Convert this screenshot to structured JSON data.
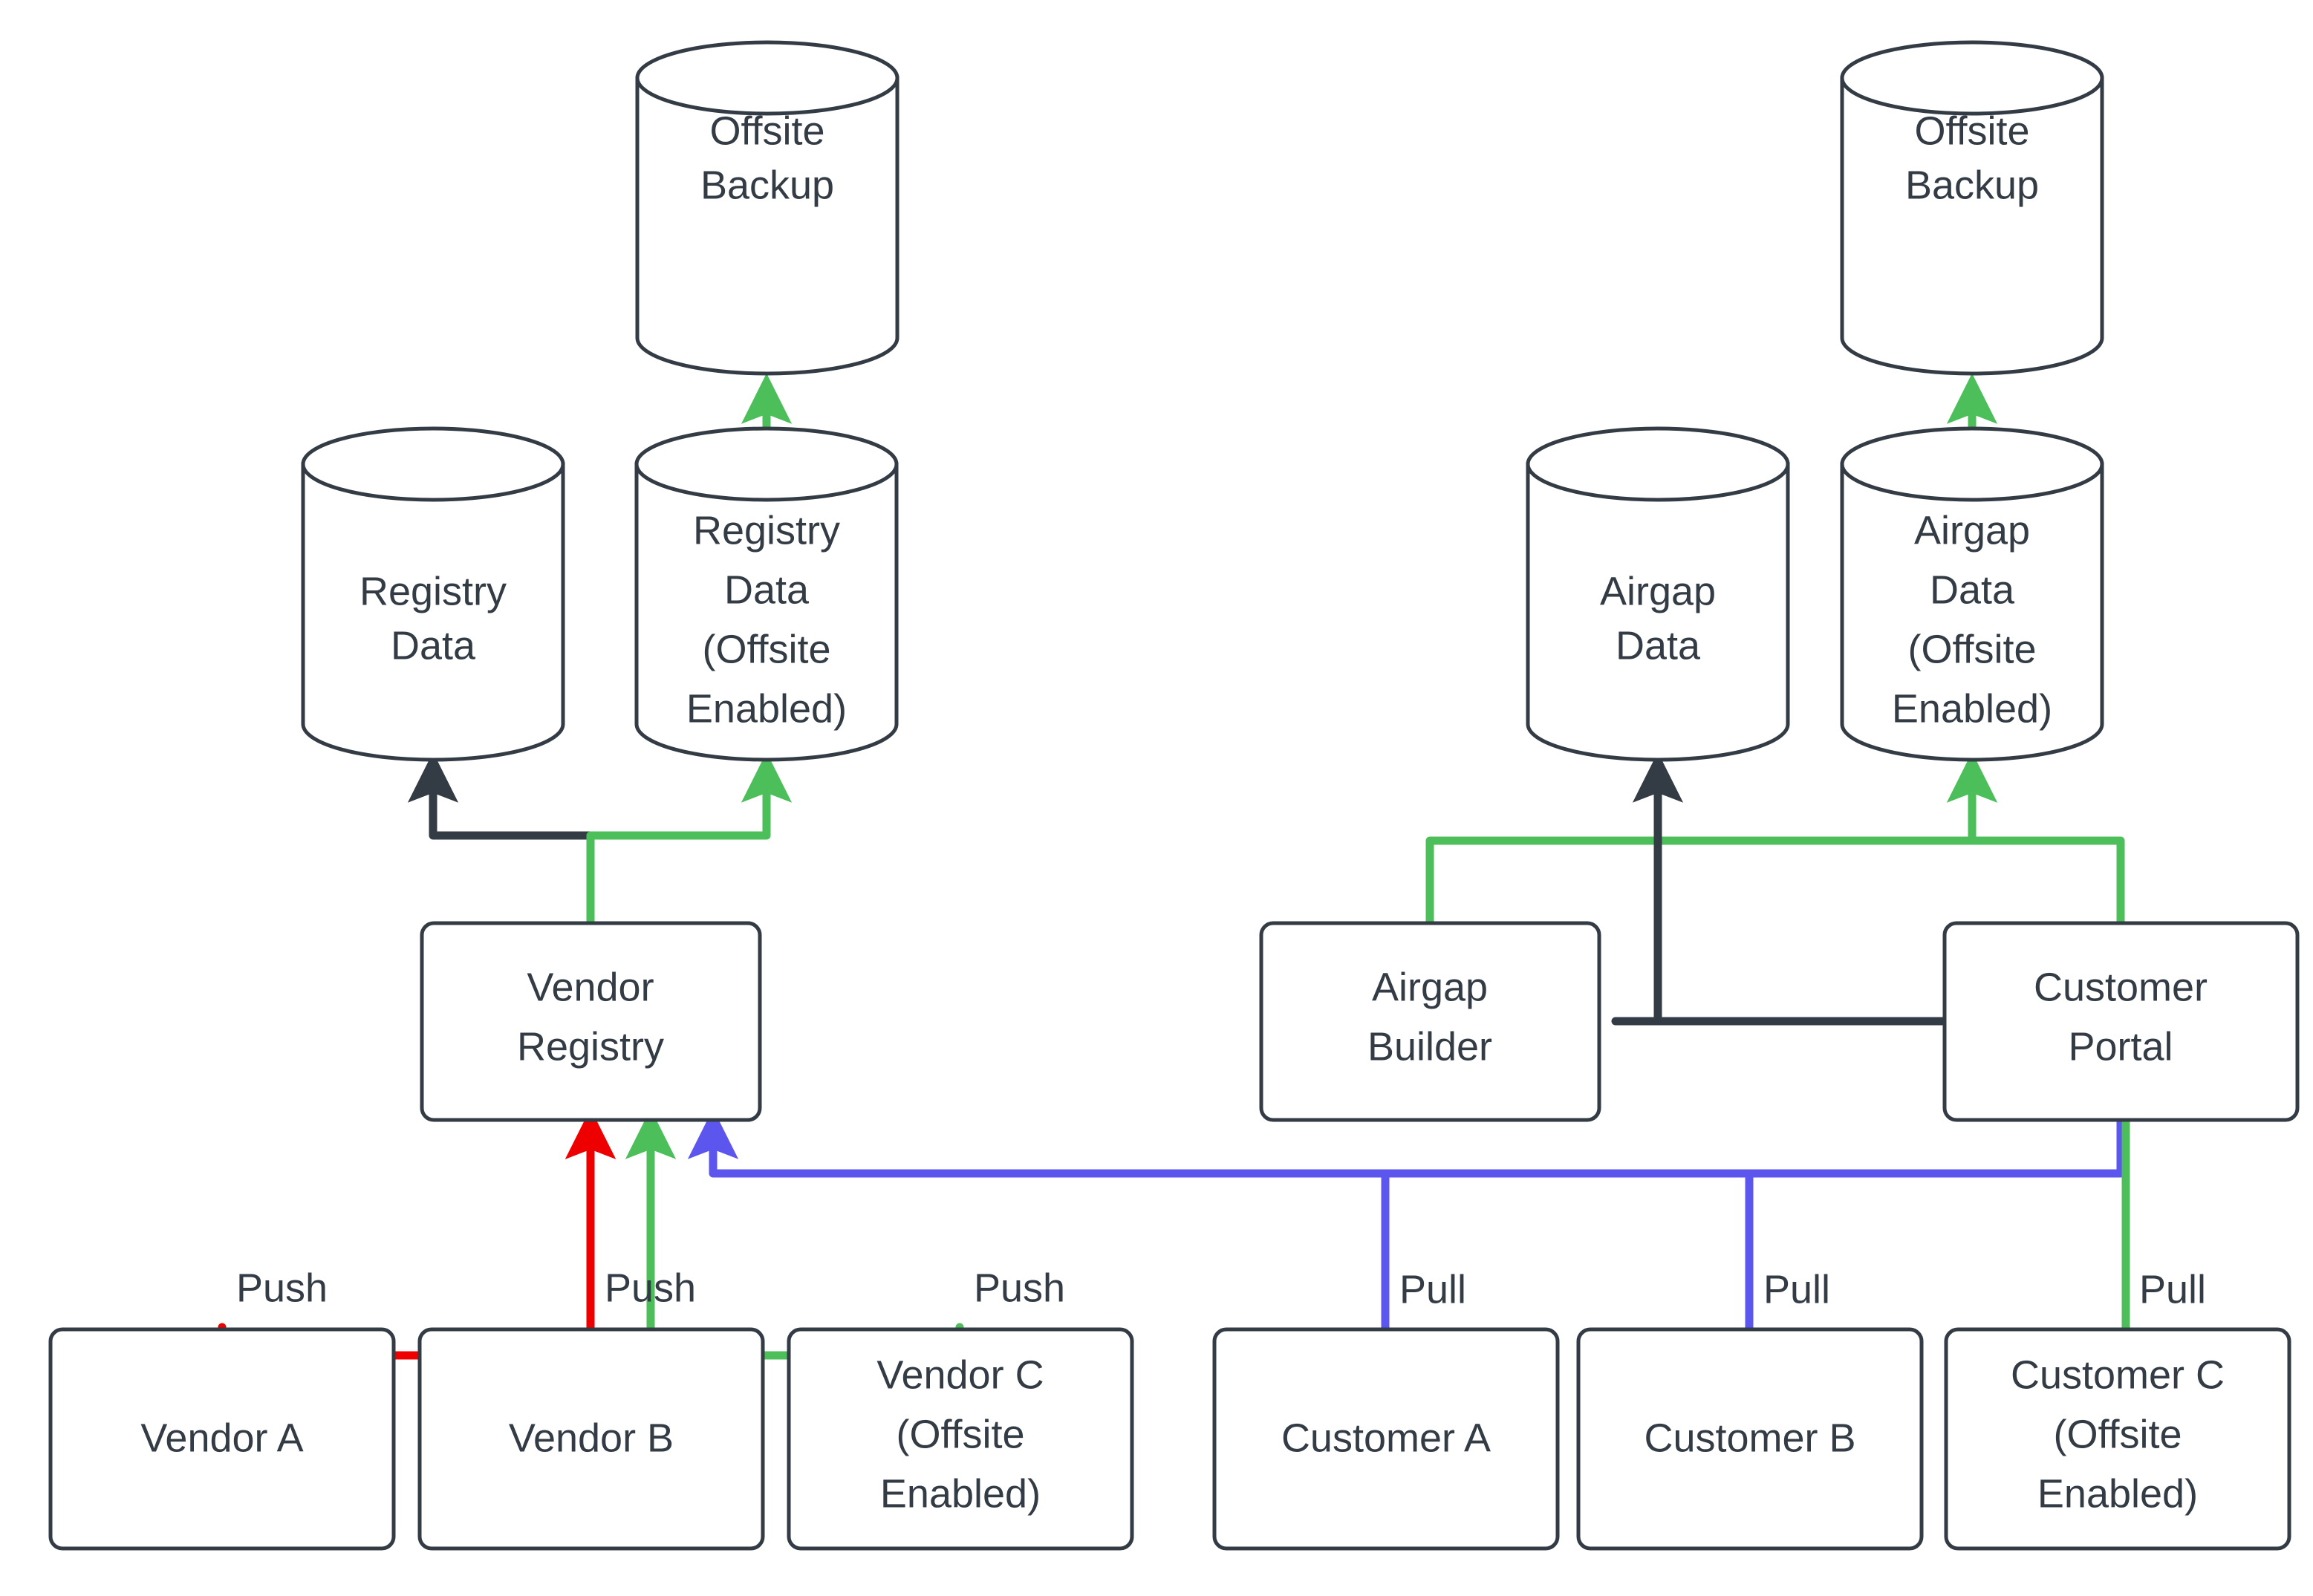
{
  "diagram": {
    "title": "Vendor Registry and Customer Portal Offsite Backup Flow",
    "background": "#ffffff",
    "colors": {
      "stroke_dark": "#333b45",
      "green": "#4cbf5a",
      "red": "#ee0000",
      "blue": "#5c55ee",
      "text": "#333b45",
      "node_fill": "#ffffff"
    },
    "nodes": {
      "offsite_backup_left": {
        "label_line1": "Offsite",
        "label_line2": "Backup",
        "shape": "cylinder"
      },
      "offsite_backup_right": {
        "label_line1": "Offsite",
        "label_line2": "Backup",
        "shape": "cylinder"
      },
      "registry_data": {
        "label_line1": "Registry",
        "label_line2": "Data",
        "shape": "cylinder"
      },
      "registry_data_offsite": {
        "label_line1": "Registry",
        "label_line2": "Data",
        "label_line3": "(Offsite",
        "label_line4": "Enabled)",
        "shape": "cylinder"
      },
      "airgap_data": {
        "label_line1": "Airgap",
        "label_line2": "Data",
        "shape": "cylinder"
      },
      "airgap_data_offsite": {
        "label_line1": "Airgap",
        "label_line2": "Data",
        "label_line3": "(Offsite",
        "label_line4": "Enabled)",
        "shape": "cylinder"
      },
      "vendor_registry": {
        "label_line1": "Vendor",
        "label_line2": "Registry",
        "shape": "rounded-rect"
      },
      "airgap_builder": {
        "label_line1": "Airgap",
        "label_line2": "Builder",
        "shape": "rounded-rect"
      },
      "customer_portal": {
        "label_line1": "Customer",
        "label_line2": "Portal",
        "shape": "rounded-rect"
      },
      "vendor_a": {
        "label_line1": "Vendor A",
        "shape": "rounded-rect"
      },
      "vendor_b": {
        "label_line1": "Vendor B",
        "shape": "rounded-rect"
      },
      "vendor_c": {
        "label_line1": "Vendor C",
        "label_line2": "(Offsite",
        "label_line3": "Enabled)",
        "shape": "rounded-rect"
      },
      "customer_a": {
        "label_line1": "Customer A",
        "shape": "rounded-rect"
      },
      "customer_b": {
        "label_line1": "Customer B",
        "shape": "rounded-rect"
      },
      "customer_c": {
        "label_line1": "Customer C",
        "label_line2": "(Offsite",
        "label_line3": "Enabled)",
        "shape": "rounded-rect"
      }
    },
    "edge_labels": {
      "vendor_a_push": "Push",
      "vendor_b_push": "Push",
      "vendor_c_push": "Push",
      "customer_a_pull": "Pull",
      "customer_b_pull": "Pull",
      "customer_c_pull": "Pull"
    },
    "edges": [
      {
        "from": "registry_data_offsite",
        "to": "offsite_backup_left",
        "color": "#4cbf5a"
      },
      {
        "from": "vendor_registry",
        "to": "registry_data",
        "color": "#333b45"
      },
      {
        "from": "vendor_registry",
        "to": "registry_data_offsite",
        "color": "#4cbf5a"
      },
      {
        "from": "vendor_a",
        "to": "vendor_registry",
        "color": "#ee0000",
        "label": "Push"
      },
      {
        "from": "vendor_b",
        "to": "vendor_registry",
        "color": "#ee0000",
        "label": "Push"
      },
      {
        "from": "vendor_c",
        "to": "vendor_registry",
        "color": "#4cbf5a",
        "label": "Push"
      },
      {
        "from": "customer_portal",
        "to": "vendor_registry",
        "color": "#5c55ee"
      },
      {
        "from": "airgap_data_offsite",
        "to": "offsite_backup_right",
        "color": "#4cbf5a"
      },
      {
        "from": "airgap_builder",
        "to": "airgap_data",
        "color": "#333b45"
      },
      {
        "from": "airgap_builder",
        "to": "airgap_data_offsite",
        "color": "#4cbf5a"
      },
      {
        "from": "customer_portal",
        "to": "airgap_data",
        "color": "#333b45"
      },
      {
        "from": "customer_portal",
        "to": "airgap_data_offsite",
        "color": "#4cbf5a"
      },
      {
        "from": "customer_a",
        "to": "customer_portal",
        "color": "#5c55ee",
        "label": "Pull"
      },
      {
        "from": "customer_b",
        "to": "customer_portal",
        "color": "#5c55ee",
        "label": "Pull"
      },
      {
        "from": "customer_c",
        "to": "customer_portal",
        "color": "#4cbf5a",
        "label": "Pull"
      }
    ]
  }
}
